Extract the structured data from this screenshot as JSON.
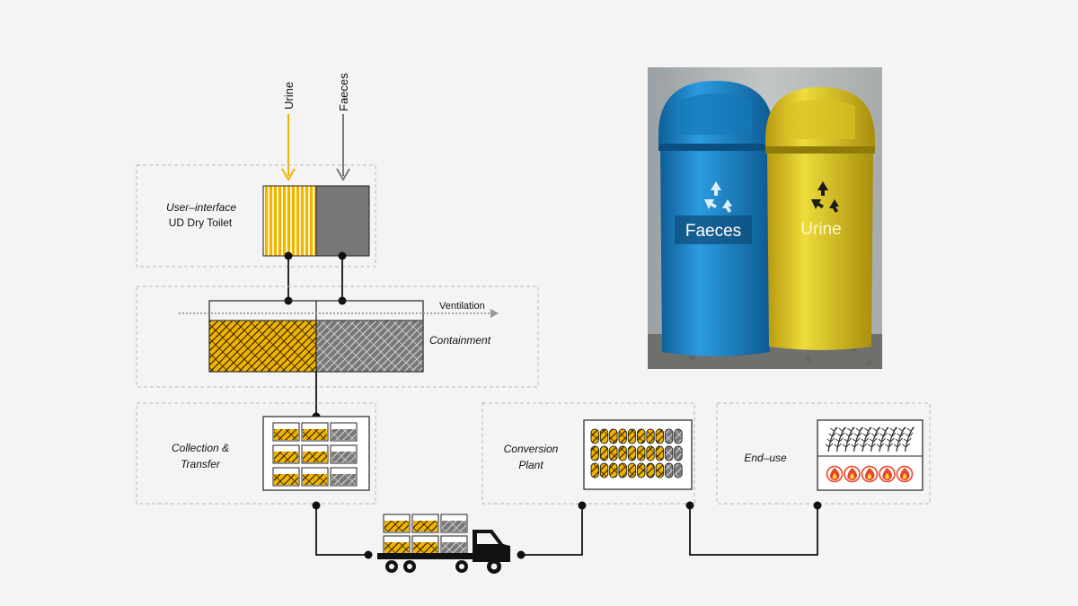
{
  "inputs": {
    "urine": "Urine",
    "faeces": "Faeces"
  },
  "user_interface": {
    "label_line1": "User–interface",
    "label_line2": "UD Dry Toilet"
  },
  "containment": {
    "label": "Containment",
    "ventilation": "Ventilation"
  },
  "collection": {
    "label_line1": "Collection &",
    "label_line2": "Transfer"
  },
  "conversion": {
    "label_line1": "Conversion",
    "label_line2": "Plant"
  },
  "end_use": {
    "label": "End–use"
  },
  "photo": {
    "bin_left_label": "Faeces",
    "bin_right_label": "Urine"
  },
  "colors": {
    "urine": "#f0b400",
    "faeces": "#7a7777",
    "bin_blue": "#1f86c6",
    "bin_yellow": "#e3cf2a",
    "fire": "#e8462a",
    "frame": "#b8b8b8",
    "ink": "#111111"
  }
}
